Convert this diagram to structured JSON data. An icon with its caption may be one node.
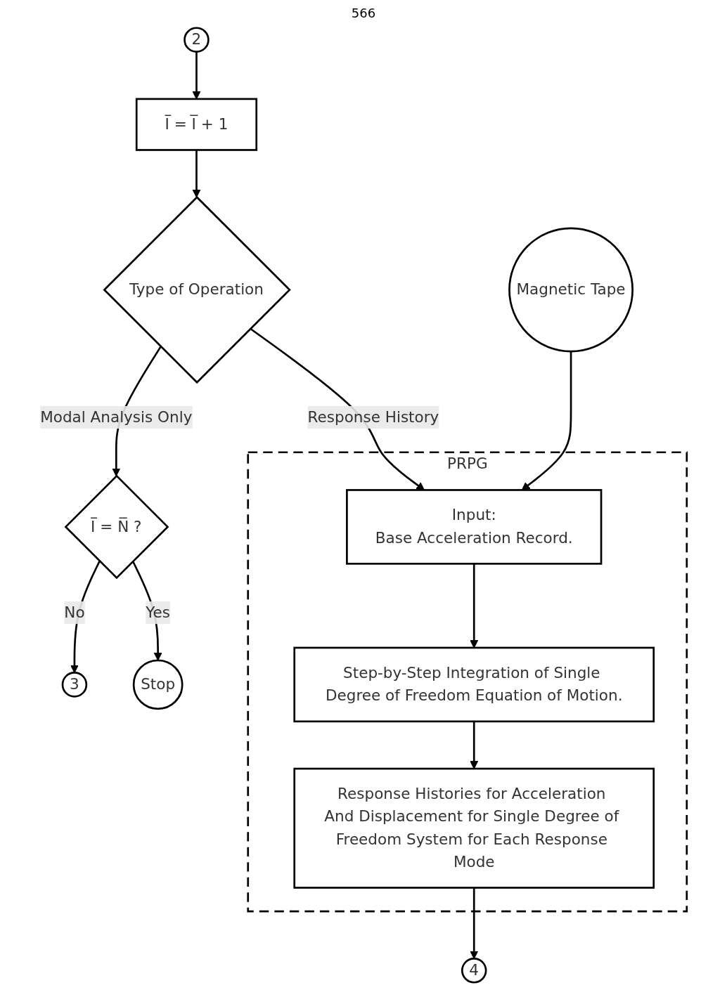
{
  "diagram": {
    "nodes": [
      {
        "text": [
          "2"
        ]
      },
      {
        "text": [
          "I̅ = I̅ + 1"
        ]
      },
      {
        "text": [
          "Type of Operation"
        ]
      },
      {
        "text": [
          "3"
        ]
      },
      {
        "text": [
          "I̅ = N̅ ?"
        ]
      },
      {
        "text": [
          "Stop"
        ]
      },
      {
        "text": [
          "PRPG"
        ]
      },
      {
        "text": [
          "Input:",
          "Base Acceleration Record."
        ],
        "in": 6
      },
      {
        "text": [
          "Step-by-Step Integration of Single Degree of Freedom Equation of Motion."
        ],
        "in": 6
      },
      {
        "text": [
          "Response Histories for Acceleration And Displacement for Single Degree of Freedom System for Each Response Mode"
        ],
        "in": 6
      },
      {
        "text": [
          "Magnetic Tape"
        ]
      },
      {
        "text": [
          "4"
        ]
      }
    ],
    "edges": [
      {
        "from": 0,
        "to": 1,
        "arrow": "to"
      },
      {
        "from": 1,
        "to": 2,
        "arrow": "to"
      },
      {
        "from": 2,
        "to": 4,
        "arrow": "to",
        "label": "Modal Analysis Only"
      },
      {
        "from": 4,
        "to": 3,
        "arrow": "to",
        "label": "No"
      },
      {
        "from": 4,
        "to": 5,
        "arrow": "to",
        "label": "Yes"
      },
      {
        "from": 2,
        "to": 7,
        "arrow": "to",
        "label": "Response History"
      },
      {
        "from": 10,
        "to": 7,
        "arrow": "to"
      },
      {
        "from": 7,
        "to": 8,
        "arrow": "to"
      },
      {
        "from": 8,
        "to": 9,
        "arrow": "to"
      },
      {
        "from": 9,
        "to": 11,
        "arrow": "to"
      }
    ],
    "labels": [
      "566"
    ]
  }
}
